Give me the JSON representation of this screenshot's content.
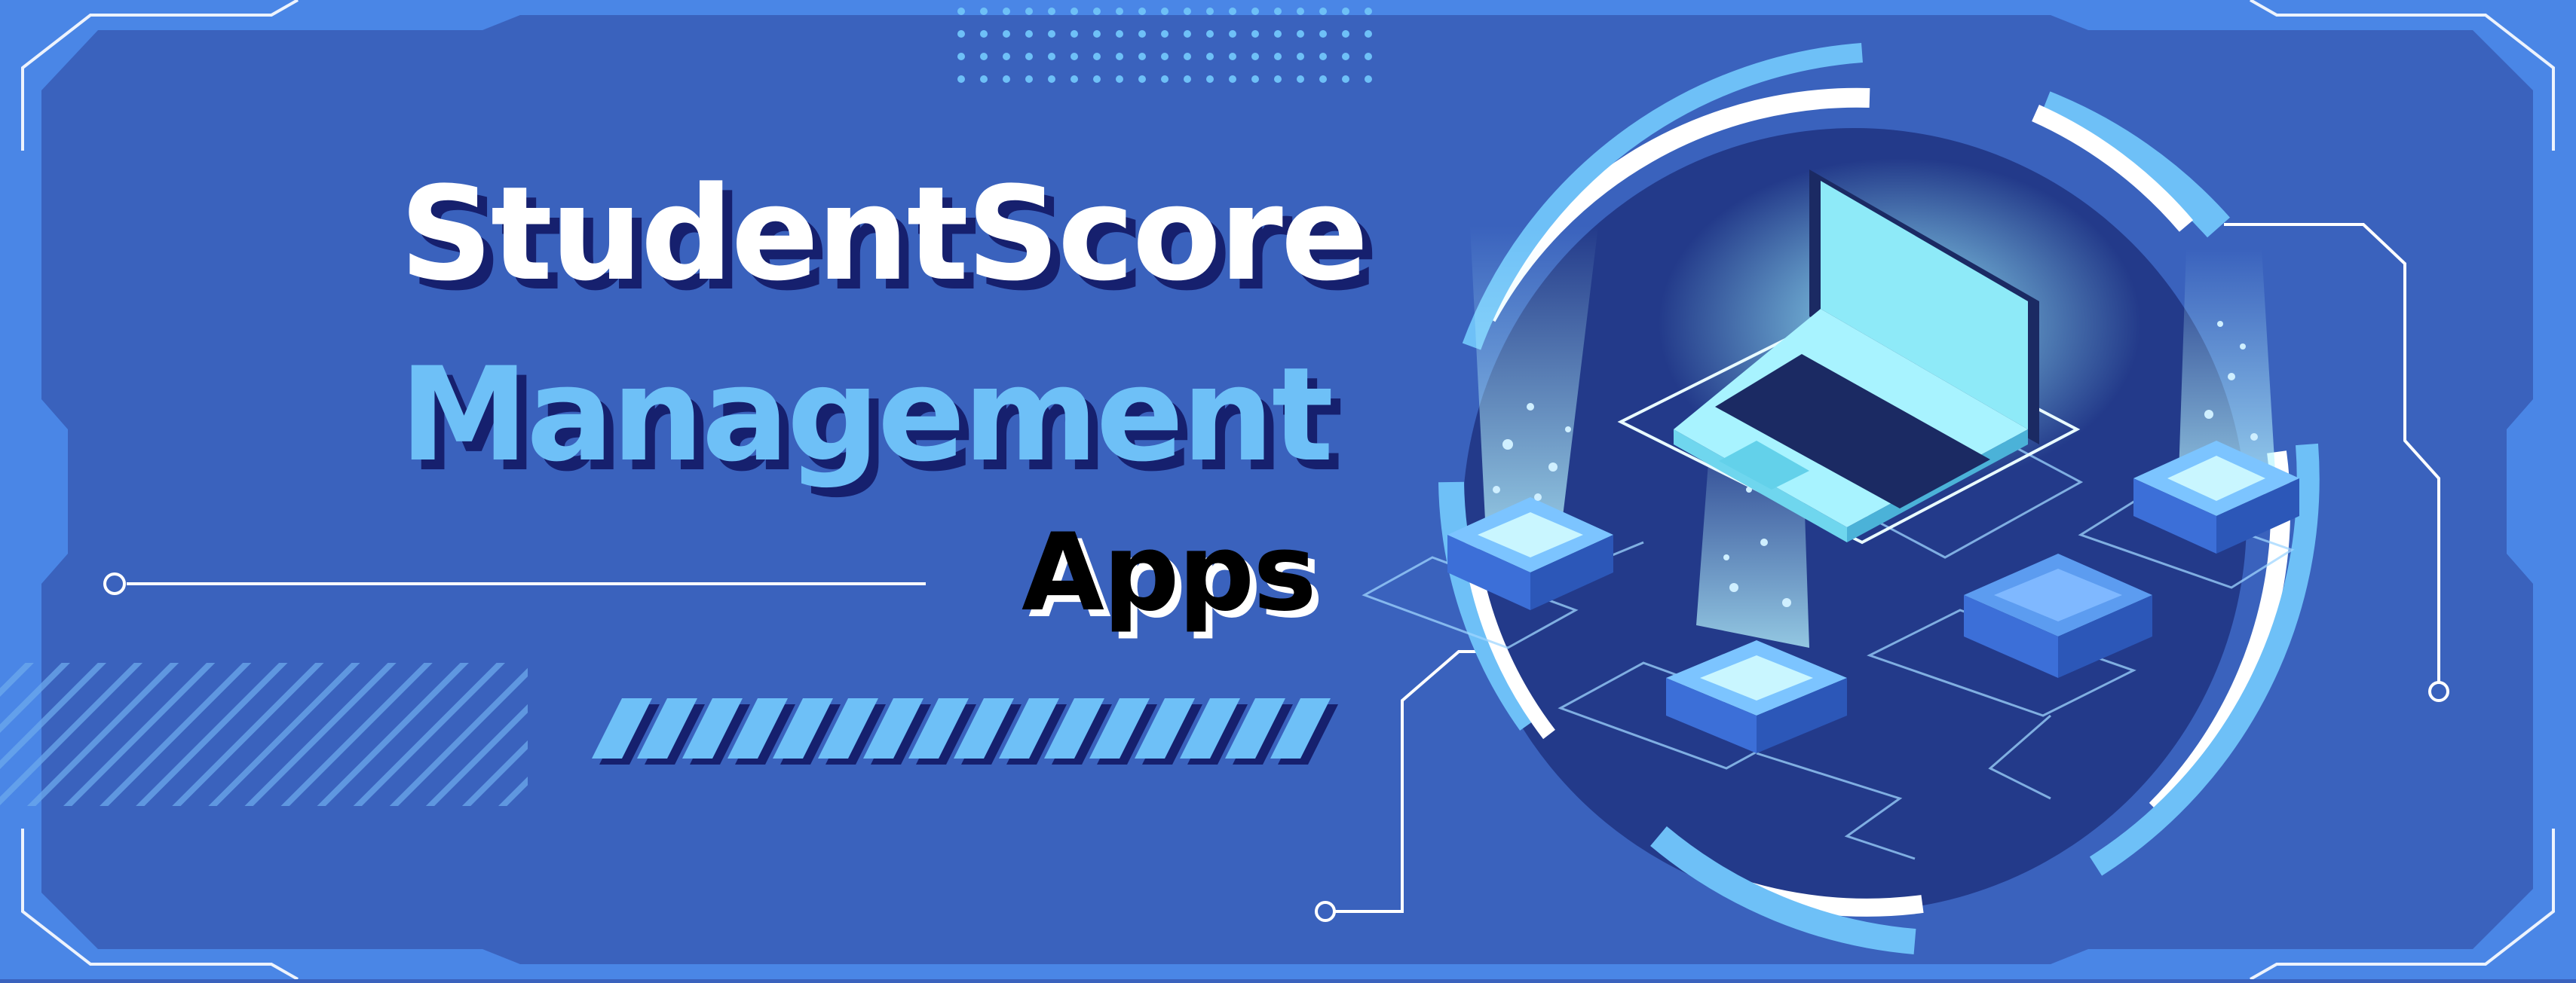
{
  "banner": {
    "title_line1": "StudentScore",
    "title_line2": "Management",
    "title_line3": "Apps"
  },
  "illustration": {
    "subject": "isometric-laptop-network",
    "icon": "laptop-icon"
  },
  "colors": {
    "background": "#3a62bd",
    "frame": "#4a86e6",
    "circle": "#233a8a",
    "accent_light": "#6ec0f7",
    "title_white": "#ffffff",
    "title_shadow": "#16206e"
  }
}
